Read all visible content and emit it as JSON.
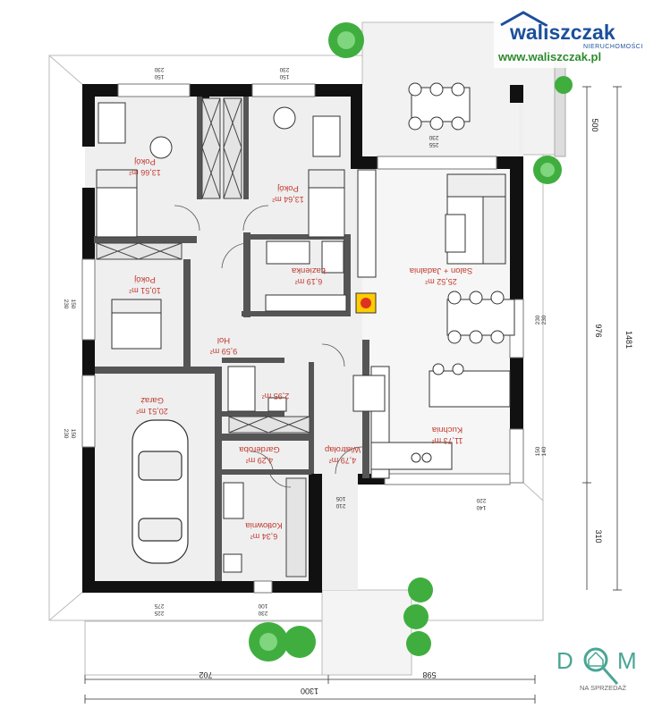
{
  "brand": {
    "name": "waliszczak",
    "subtitle": "NIERUCHOMOŚCI",
    "url": "www.waliszczak.pl",
    "color": "#1b4f9c",
    "url_color": "#2e8b2e"
  },
  "footer_brand": {
    "name_left": "D",
    "name_right": "M",
    "subtitle": "NA SPRZEDAŻ",
    "color": "#4aa594"
  },
  "rooms": {
    "pokoj1": {
      "name": "Pokój",
      "area": "13,66 m²"
    },
    "pokoj2": {
      "name": "Pokój",
      "area": "13,64 m²"
    },
    "pokoj3": {
      "name": "Pokój",
      "area": "10,51 m²"
    },
    "lazienka": {
      "name": "Łazienka",
      "area": "6,19 m²"
    },
    "hol": {
      "name": "Hol",
      "area": "9,59 m²"
    },
    "wc": {
      "name": "",
      "area": "2,95 m²"
    },
    "salon": {
      "name": "Salon + Jadalnia",
      "area": "25,52 m²"
    },
    "kuchnia": {
      "name": "Kuchnia",
      "area": "11,73 m²"
    },
    "garaz": {
      "name": "Garaż",
      "area": "20,51 m²"
    },
    "garderoba": {
      "name": "Garderoba",
      "area": "4,29 m²"
    },
    "wiatrolap": {
      "name": "Wiatrołap",
      "area": "4,79 m²"
    },
    "kotlownia": {
      "name": "Kotłownia",
      "area": "6,34 m²"
    }
  },
  "window_dims": {
    "w1": {
      "top": "230",
      "bottom": "150"
    },
    "w2": {
      "top": "230",
      "bottom": "150"
    },
    "w3": {
      "top": "230",
      "bottom": "150"
    },
    "w4": {
      "top": "255",
      "bottom": "230"
    },
    "w5": {
      "top": "230",
      "bottom": "230"
    },
    "w6": {
      "top": "150",
      "bottom": "140"
    },
    "w7": {
      "top": "220",
      "bottom": "140"
    },
    "w8": {
      "top": "230",
      "bottom": "150"
    },
    "w9": {
      "top": "105",
      "bottom": "210"
    },
    "w10": {
      "top": "275",
      "bottom": "225"
    },
    "w11": {
      "top": "100",
      "bottom": "230"
    }
  },
  "dimensions": {
    "total_width": "1300",
    "left_width": "702",
    "right_width": "598",
    "total_depth": "1481",
    "inner_depth": "976",
    "terrace_depth": "500",
    "front_depth": "310"
  }
}
